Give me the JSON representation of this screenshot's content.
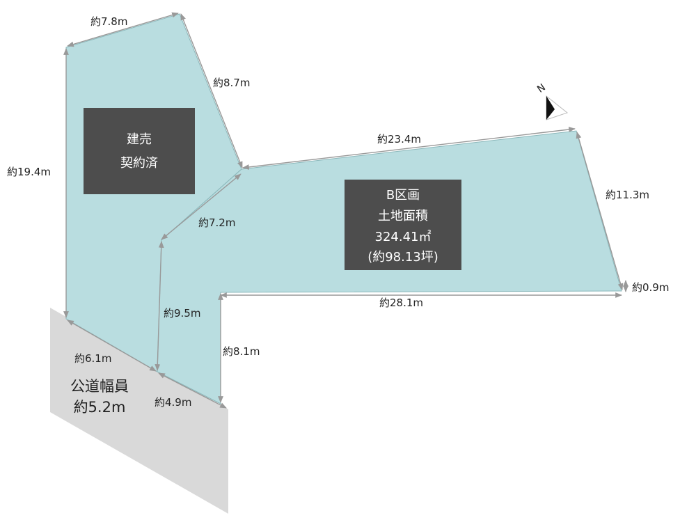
{
  "colors": {
    "lot_fill": "#b9dde0",
    "road_fill": "#d9d9d9",
    "label_box": "#4d4d4d",
    "dimension_line": "#999999"
  },
  "sold_lot": {
    "line1": "建売",
    "line2": "契約済"
  },
  "lot_b": {
    "line1": "B区画",
    "line2": "土地面積",
    "line3": "324.41㎡",
    "line4": "(約98.13坪)"
  },
  "road": {
    "line1": "公道幅員",
    "line2": "約5.2m"
  },
  "dimensions": {
    "top_left": "約7.8m",
    "upper_diagonal": "約8.7m",
    "left_side": "約19.4m",
    "top_long": "約23.4m",
    "right_side": "約11.3m",
    "right_small": "約0.9m",
    "bottom_long": "約28.1m",
    "inner_diagonal": "約7.2m",
    "inner_vertical": "約9.5m",
    "bottom_vertical": "約8.1m",
    "frontage_left": "約6.1m",
    "frontage_right": "約4.9m"
  },
  "compass": {
    "north_label": "N",
    "icon": "north-arrow-icon"
  }
}
